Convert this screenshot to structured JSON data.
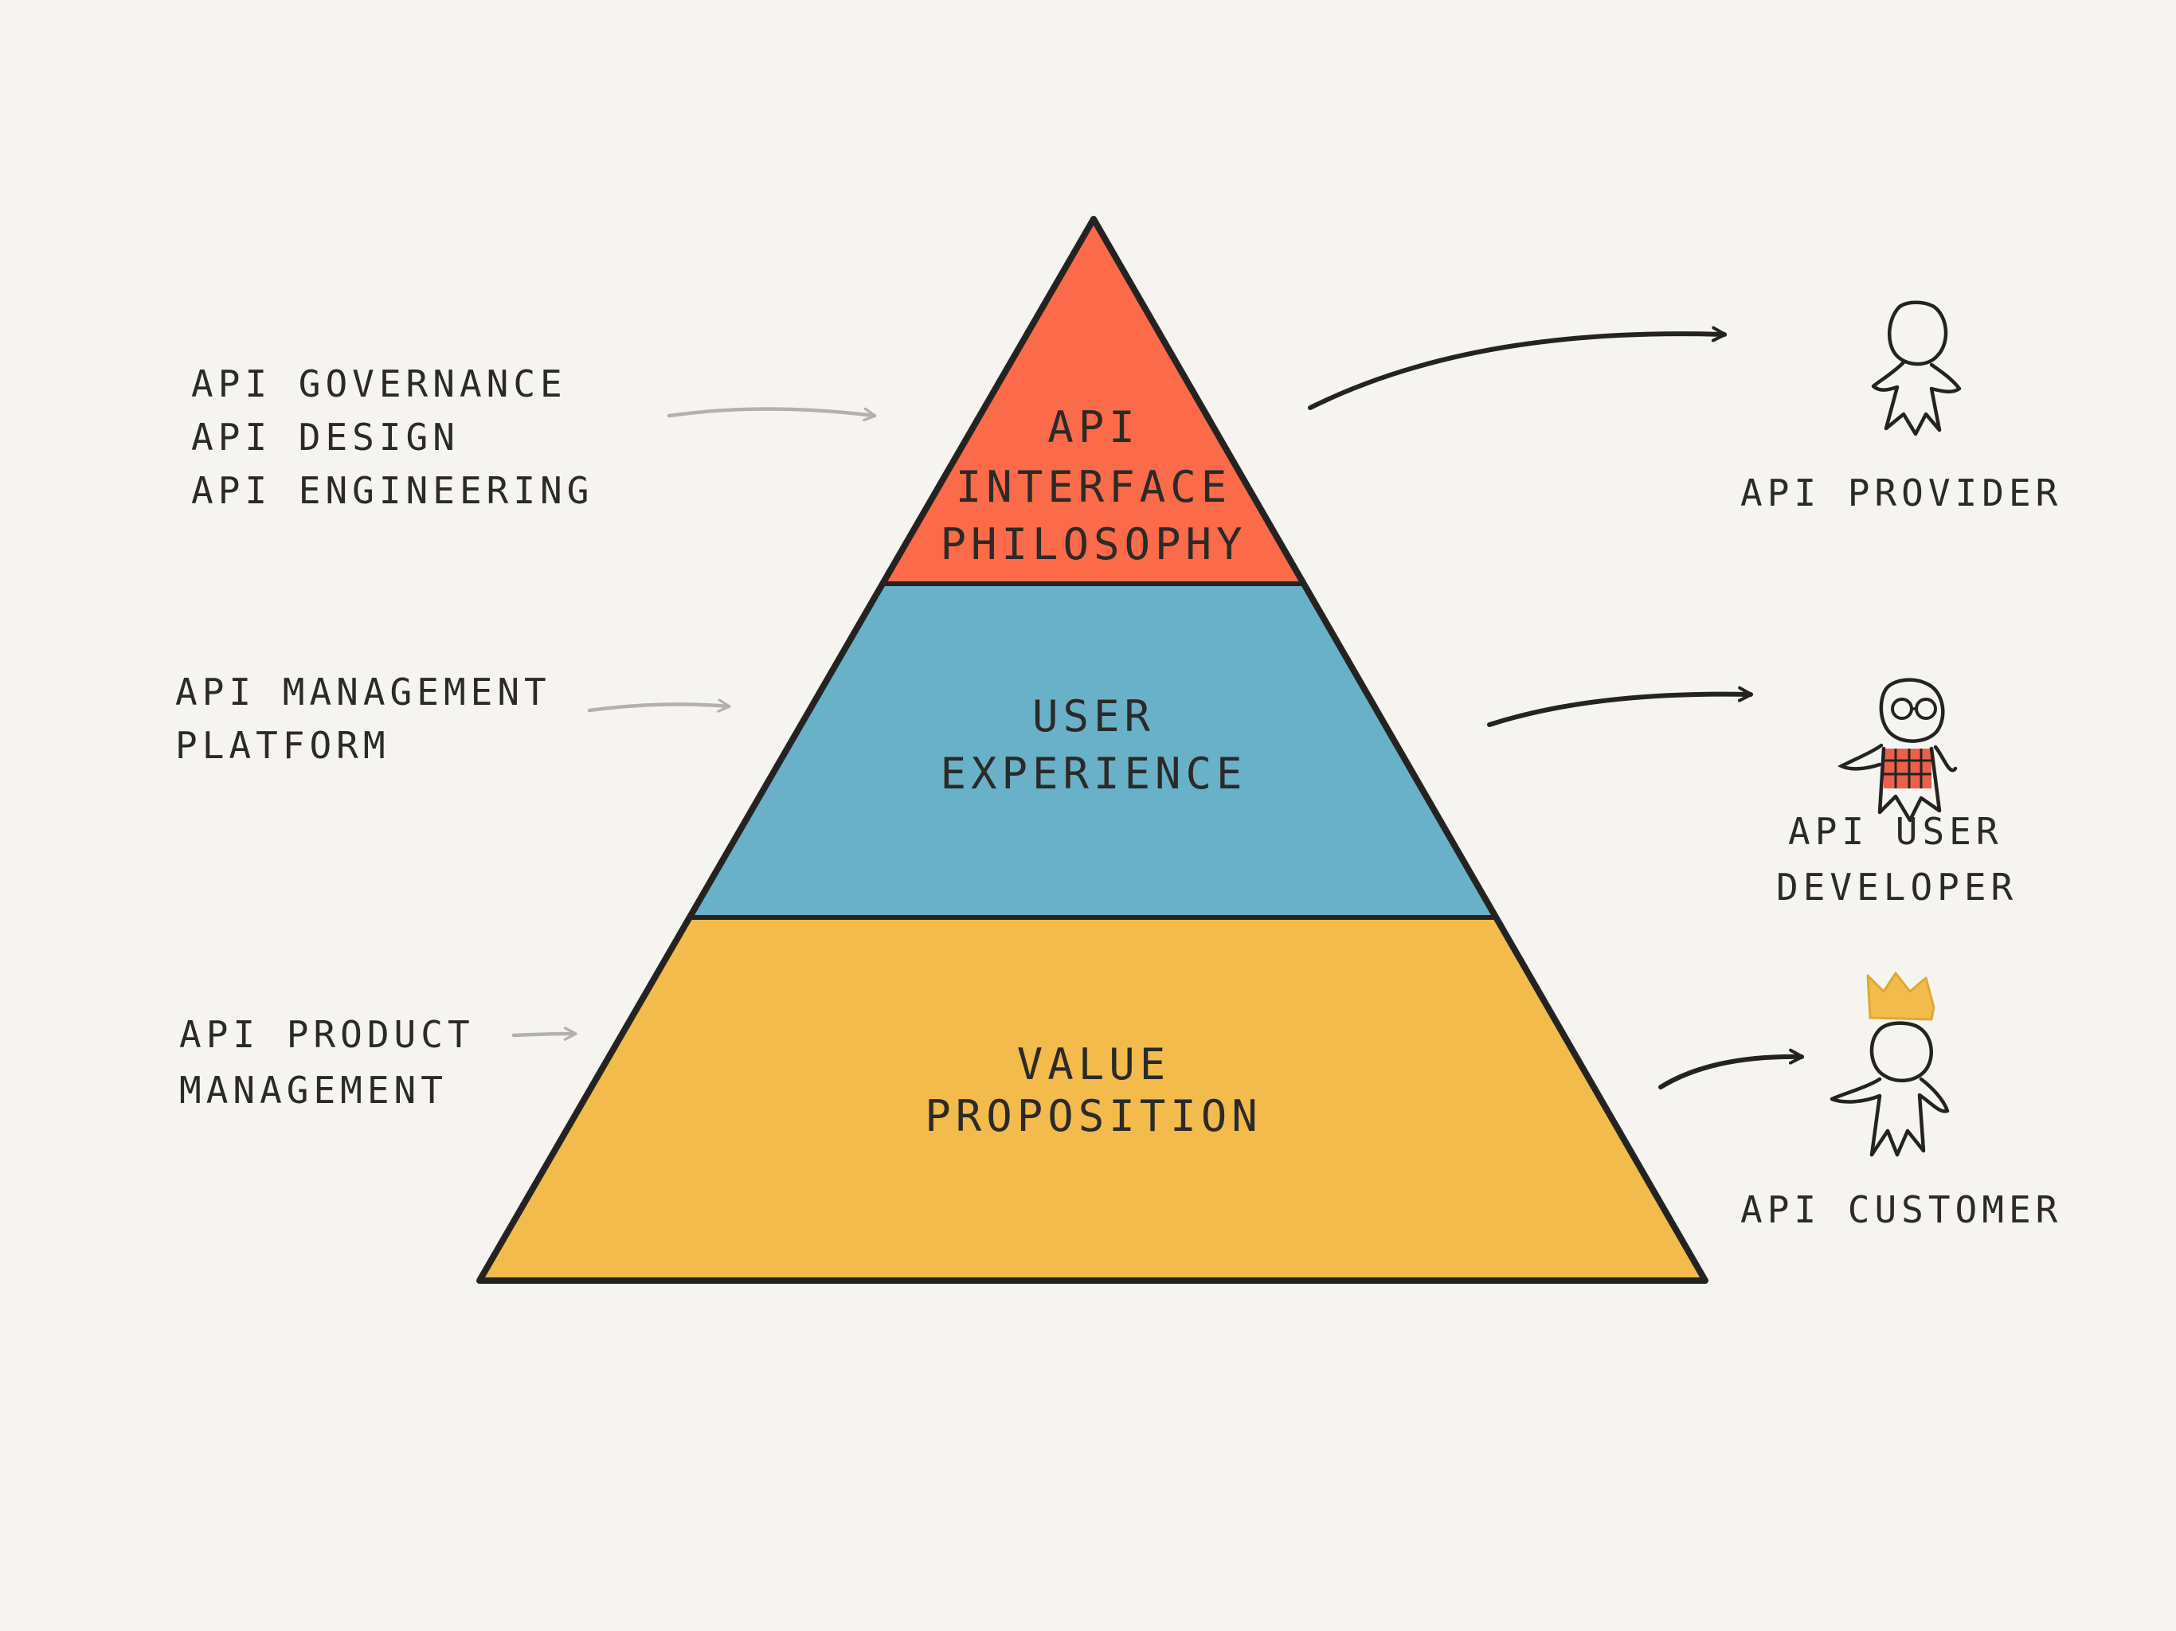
{
  "colors": {
    "background": "#f5f4f0",
    "top_layer": "#fb6a49",
    "middle_layer": "#69b1c9",
    "bottom_layer": "#f2bb4b",
    "outline": "#242321",
    "gray_arrow": "#b3b1ab",
    "crown": "#f2bb4b",
    "shirt": "#e8452d"
  },
  "pyramid": {
    "top": {
      "line1": "API",
      "line2": "INTERFACE",
      "line3": "PHILOSOPHY"
    },
    "middle": {
      "line1": "USER",
      "line2": "EXPERIENCE"
    },
    "bottom": {
      "line1": "VALUE",
      "line2": "PROPOSITION"
    }
  },
  "left_labels": {
    "top": {
      "line1": "API GOVERNANCE",
      "line2": "API DESIGN",
      "line3": "API ENGINEERING"
    },
    "middle": {
      "line1": "API MANAGEMENT",
      "line2": "PLATFORM"
    },
    "bottom": {
      "line1": "API PRODUCT",
      "line2": "MANAGEMENT"
    }
  },
  "roles": {
    "provider": {
      "line1": "API PROVIDER",
      "icon": "person-icon"
    },
    "developer": {
      "line1": "API USER",
      "line2": "DEVELOPER",
      "icon": "developer-with-glasses-icon"
    },
    "customer": {
      "line1": "API CUSTOMER",
      "icon": "customer-with-crown-icon"
    }
  }
}
